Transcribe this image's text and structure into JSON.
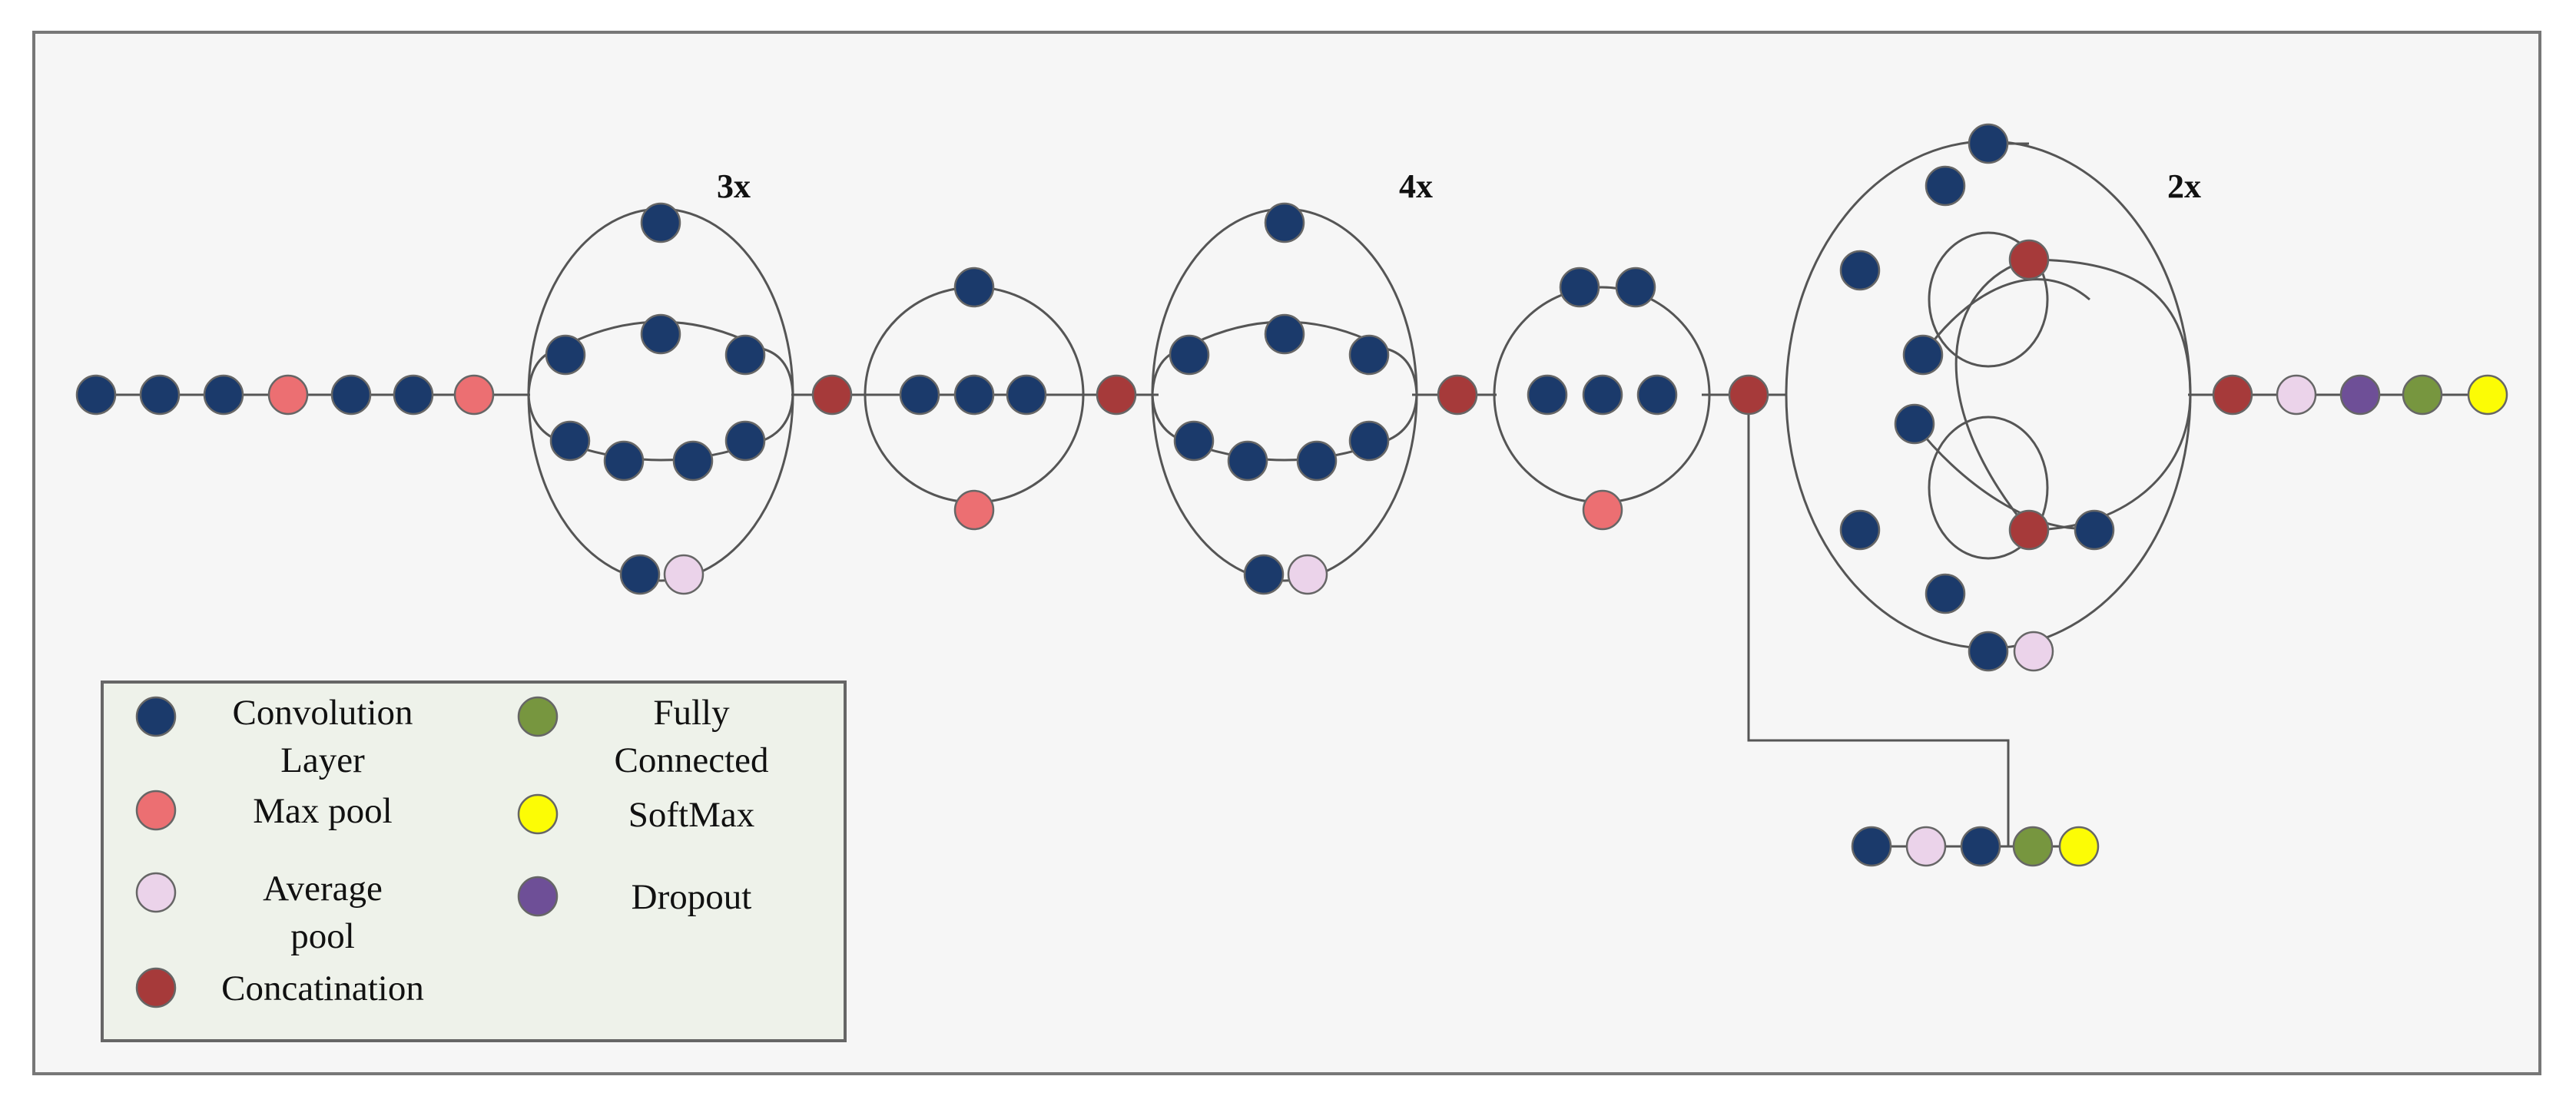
{
  "colors": {
    "convolution": "#1b3a6b",
    "max_pool": "#ec6f72",
    "average_pool": "#ebd3ea",
    "concatenation": "#a63a3a",
    "fully_connected": "#77963f",
    "softmax": "#fcfc05",
    "dropout": "#6e4f97",
    "background": "#f6f6f6",
    "legend_background": "#eef2ea"
  },
  "multipliers": [
    "3x",
    "4x",
    "2x"
  ],
  "legend": {
    "items": [
      {
        "type": "convolution",
        "label": "Convolution\nLayer"
      },
      {
        "type": "max_pool",
        "label": "Max pool"
      },
      {
        "type": "average_pool",
        "label": "Average\npool"
      },
      {
        "type": "concatenation",
        "label": "Concatination"
      },
      {
        "type": "fully_connected",
        "label": "Fully\nConnected"
      },
      {
        "type": "softmax",
        "label": "SoftMax"
      },
      {
        "type": "dropout",
        "label": "Dropout"
      }
    ]
  },
  "stem": [
    "convolution",
    "convolution",
    "convolution",
    "max_pool",
    "convolution",
    "convolution",
    "max_pool"
  ],
  "block_a": {
    "multiplier": "3x",
    "branches": [
      [
        "convolution"
      ],
      [
        "convolution",
        "convolution",
        "convolution"
      ],
      [
        "convolution",
        "convolution",
        "convolution",
        "convolution"
      ],
      [
        "convolution",
        "average_pool"
      ]
    ]
  },
  "reduction_a": {
    "branches": [
      [
        "convolution"
      ],
      [
        "convolution",
        "convolution",
        "convolution"
      ],
      [
        "max_pool"
      ]
    ]
  },
  "block_b": {
    "multiplier": "4x",
    "branches": [
      [
        "convolution"
      ],
      [
        "convolution",
        "convolution",
        "convolution"
      ],
      [
        "convolution",
        "convolution",
        "convolution",
        "convolution"
      ],
      [
        "convolution",
        "average_pool"
      ]
    ]
  },
  "reduction_b": {
    "branches": [
      [
        "convolution",
        "convolution"
      ],
      [
        "convolution",
        "convolution",
        "convolution"
      ],
      [
        "max_pool"
      ]
    ]
  },
  "block_c": {
    "multiplier": "2x",
    "nodes": [
      "convolution",
      "convolution",
      "convolution",
      "concatenation",
      "convolution",
      "convolution",
      "convolution",
      "concatenation",
      "convolution",
      "convolution",
      "convolution",
      "average_pool"
    ]
  },
  "head": [
    "concatenation",
    "average_pool",
    "dropout",
    "fully_connected",
    "softmax"
  ],
  "auxiliary_head": [
    "convolution",
    "average_pool",
    "convolution",
    "fully_connected",
    "softmax"
  ]
}
